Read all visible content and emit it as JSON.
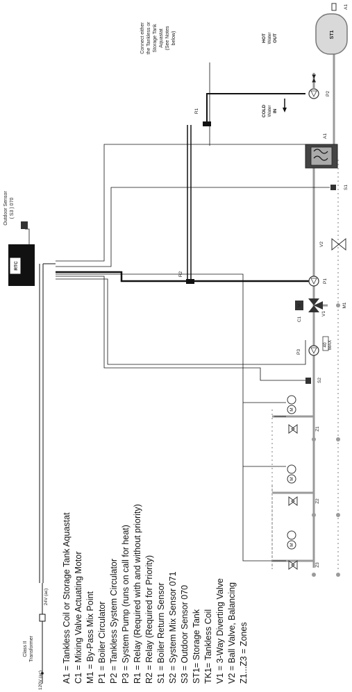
{
  "legend": [
    "A1 = Tankless Coil or Storage Tank Aquastat",
    "C1 = Mixing Valve Actuating Motor",
    "M1 = By-Pass Mix Point",
    "P1 = Boiler Circulator",
    "P2 = Tankless System Circulator",
    "P3 = System Pump (runs on call for heat)",
    "R1 = Relay (Required with and without priority)",
    "R2 = Relay (Required for Priority)",
    "S1 = Boiler Return Sensor",
    "S2 = System Mix Sensor 071",
    "S3 = Outdoor Sensor 070",
    "ST1= Storage Tank",
    "TK1= Tankless Coil",
    "V1 = 3-Way Diverting Valve",
    "V2 = Ball Valve, Balancing",
    "Z1...Z3 = Zones"
  ],
  "transformer": {
    "title_line1": "Class II",
    "title_line2": "Transformer",
    "input": "120V (ac)",
    "output": "24V (ac)"
  },
  "rtc": "RTC",
  "outdoor_sensor": {
    "line1": "Outdoor Sensor",
    "line2": "( S3 ) 070"
  },
  "note": [
    "Connect either",
    "the Tankless or",
    "Storage Tank",
    "Aquastat",
    "(See Notes",
    "below)"
  ],
  "hot_water": [
    "HOT",
    "Water",
    "OUT"
  ],
  "cold_water": [
    "COLD",
    "Water",
    "IN"
  ],
  "labels": {
    "a1_top": "A1",
    "a1_coil": "A1",
    "st1": "ST1",
    "r1": "R1",
    "r2": "R2",
    "p1": "P1",
    "p2": "P2",
    "p3": "P3",
    "s1": "S1",
    "s2": "S2",
    "v1": "V1",
    "v2": "V2",
    "m1": "M1",
    "c1": "C1",
    "z1": "Z1",
    "z2": "Z2",
    "z3": "Z3",
    "mixer_min": "40",
    "mixer_max": "MAX",
    "motor": "M"
  }
}
